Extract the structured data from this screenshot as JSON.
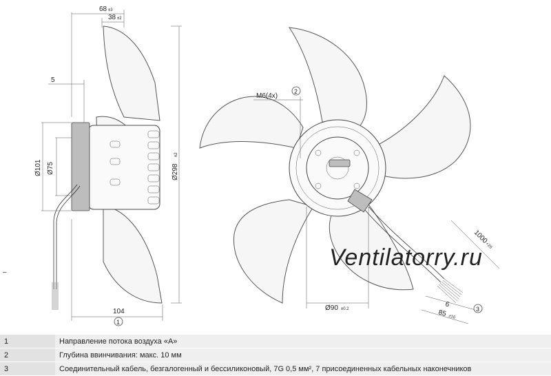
{
  "dimensions": {
    "d68": "68",
    "d68_tol": "±3",
    "d38": "38",
    "d38_tol": "±2",
    "d5": "5",
    "d101": "Ø101",
    "d75": "Ø75",
    "d298": "Ø298",
    "d298_tol": "±2",
    "d104": "104",
    "m6": "M6(4x)",
    "d1000": "1000",
    "d1000_tol": "+20",
    "d90": "Ø90",
    "d90_tol": "±0.2",
    "d6": "6",
    "d85": "85",
    "d85_tol": "±10"
  },
  "callouts": {
    "c1": "1",
    "c2": "2",
    "c3": "3"
  },
  "watermark": "Ventilatorry.ru",
  "legend": [
    {
      "num": "1",
      "text": "Направление потока воздуха «А»"
    },
    {
      "num": "2",
      "text": "Глубина ввинчивания: макс. 10 мм"
    },
    {
      "num": "3",
      "text": "Соединительный кабель, безгалогенный и бессиликоновый, 7G 0,5 мм², 7 присоединенных кабельных наконечников"
    }
  ]
}
